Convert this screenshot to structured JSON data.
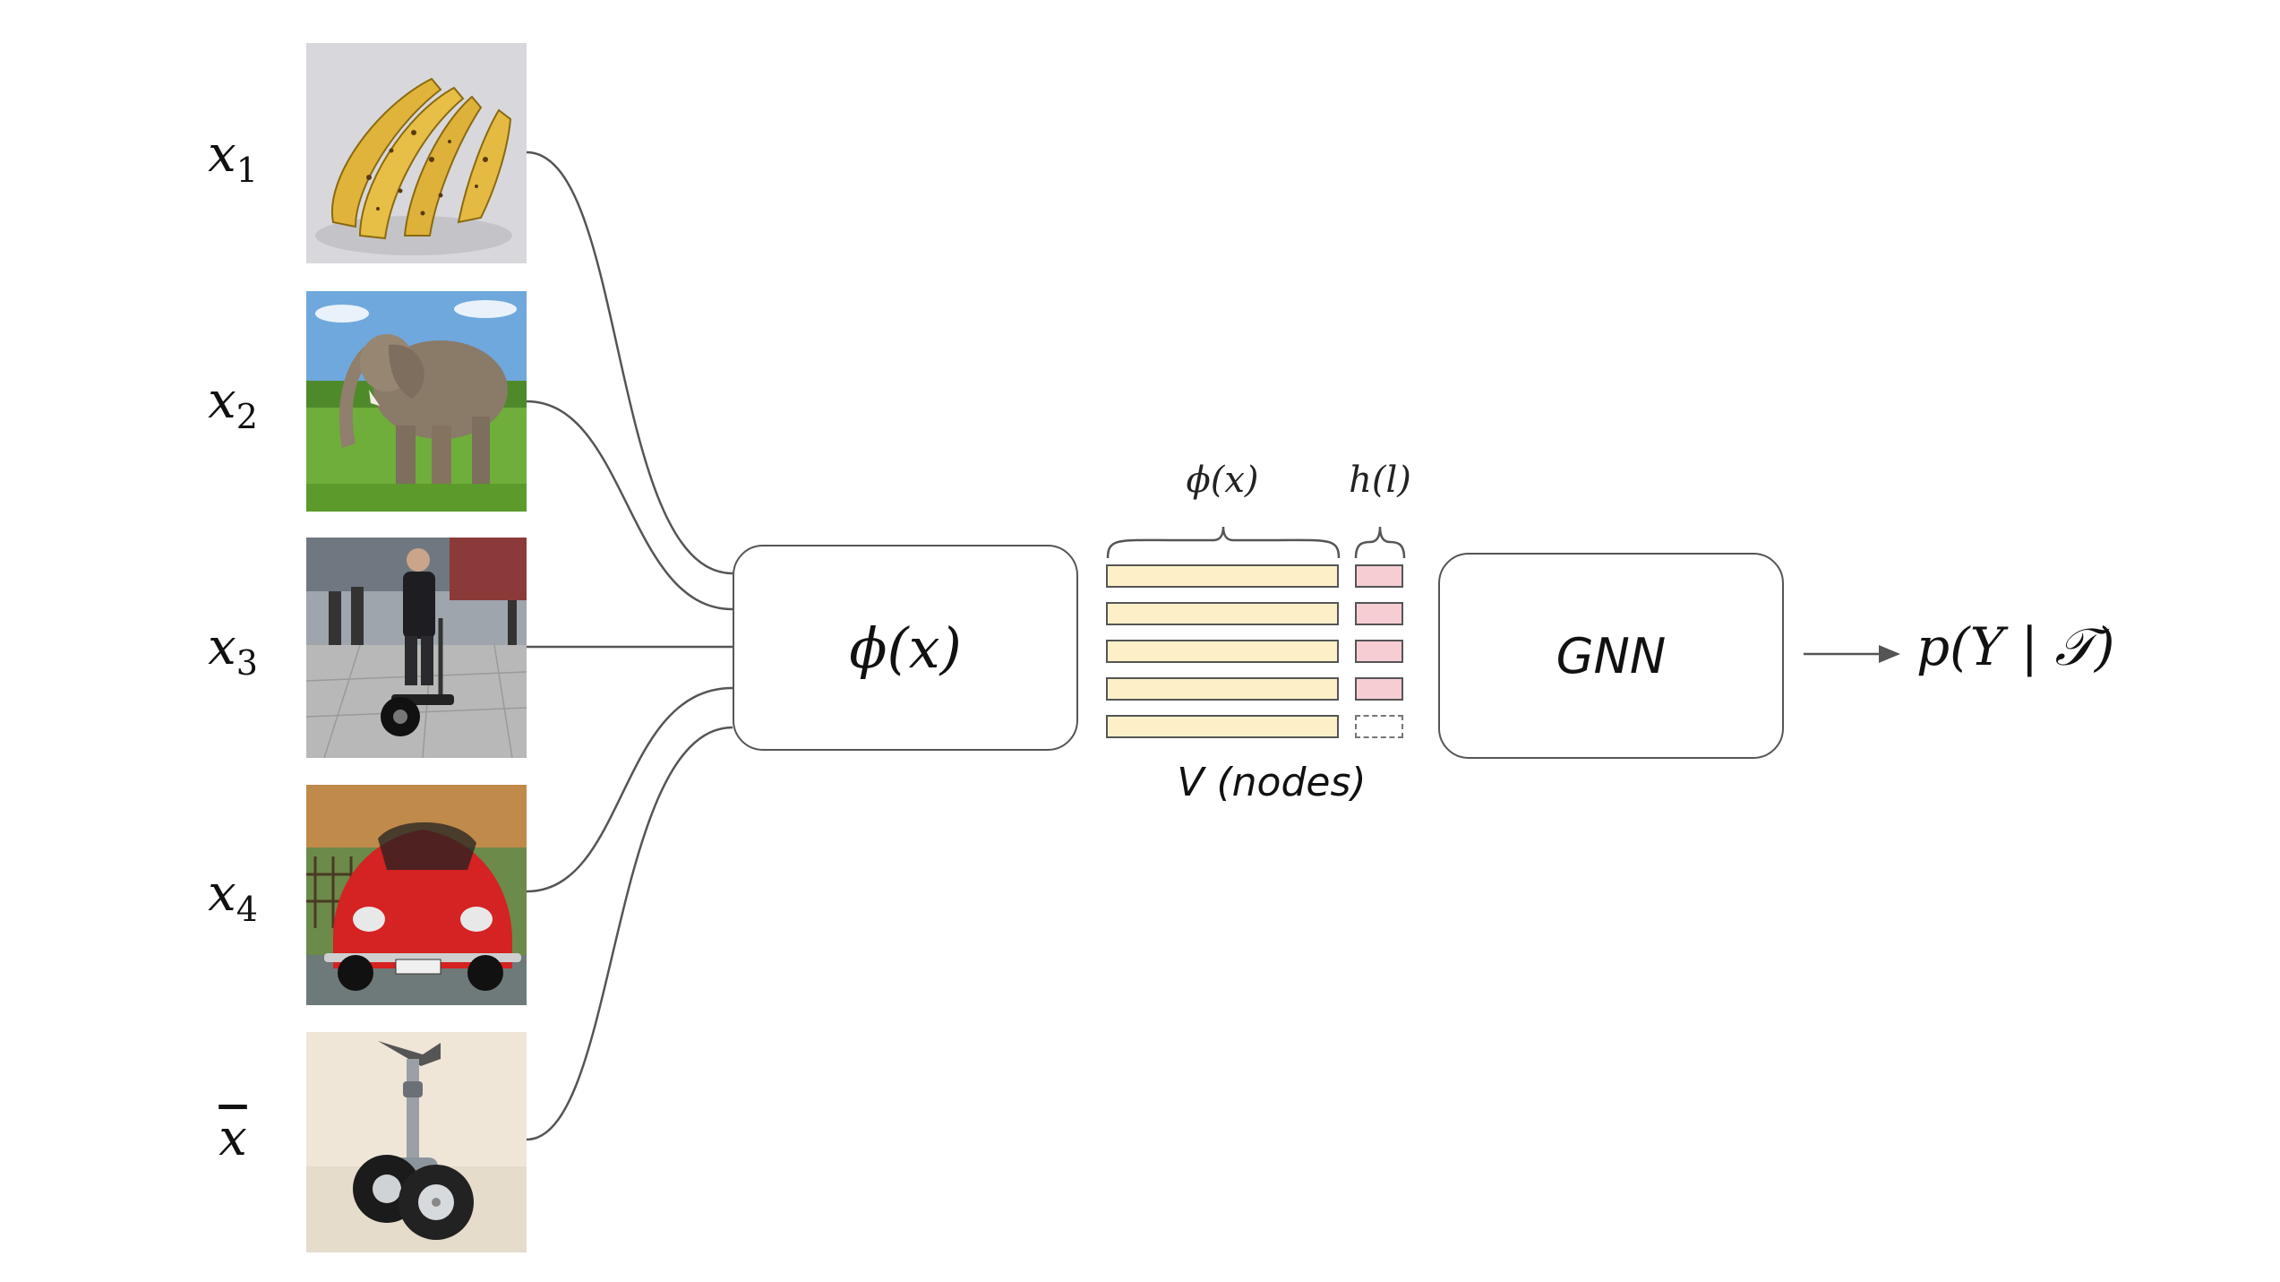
{
  "inputs": [
    {
      "symbol": "x",
      "subscript": "1",
      "image": "bananas"
    },
    {
      "symbol": "x",
      "subscript": "2",
      "image": "elephant"
    },
    {
      "symbol": "x",
      "subscript": "3",
      "image": "man-on-segway"
    },
    {
      "symbol": "x",
      "subscript": "4",
      "image": "red-beetle-car"
    },
    {
      "symbol": "x",
      "subscript": "",
      "bar": true,
      "image": "segway-toy"
    }
  ],
  "embedding_box": {
    "label": "ϕ(x)"
  },
  "node_features": {
    "feature_brace_label": "ϕ(x)",
    "label_brace_label": "h(l)",
    "caption": "V (nodes)",
    "rows": 5,
    "labeled_rows": 4
  },
  "gnn_box": {
    "label": "GNN"
  },
  "output": {
    "label": "p(Y | 𝒯)"
  },
  "colors": {
    "feature_fill": "#fdf0c8",
    "label_fill": "#f5cdd3",
    "stroke": "#555555"
  }
}
